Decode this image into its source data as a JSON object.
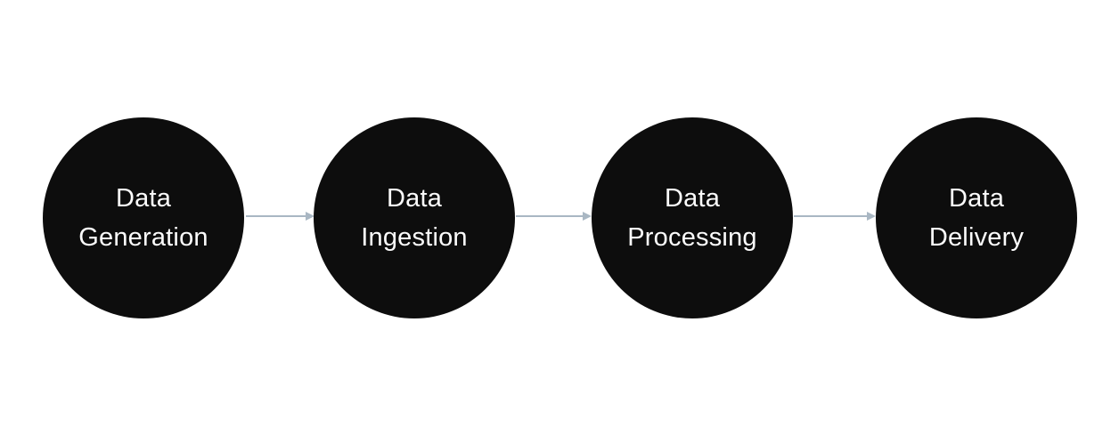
{
  "diagram": {
    "type": "process-flow",
    "nodes": [
      {
        "id": "data-generation",
        "label": "Data\nGeneration"
      },
      {
        "id": "data-ingestion",
        "label": "Data\nIngestion"
      },
      {
        "id": "data-processing",
        "label": "Data\nProcessing"
      },
      {
        "id": "data-delivery",
        "label": "Data\nDelivery"
      }
    ],
    "edges": [
      {
        "from": "data-generation",
        "to": "data-ingestion"
      },
      {
        "from": "data-ingestion",
        "to": "data-processing"
      },
      {
        "from": "data-processing",
        "to": "data-delivery"
      }
    ]
  },
  "colors": {
    "background": "#ffffff",
    "node_fill": "#0d0d0d",
    "node_text": "#fcfcfc",
    "arrow": "#a9b7c3"
  }
}
